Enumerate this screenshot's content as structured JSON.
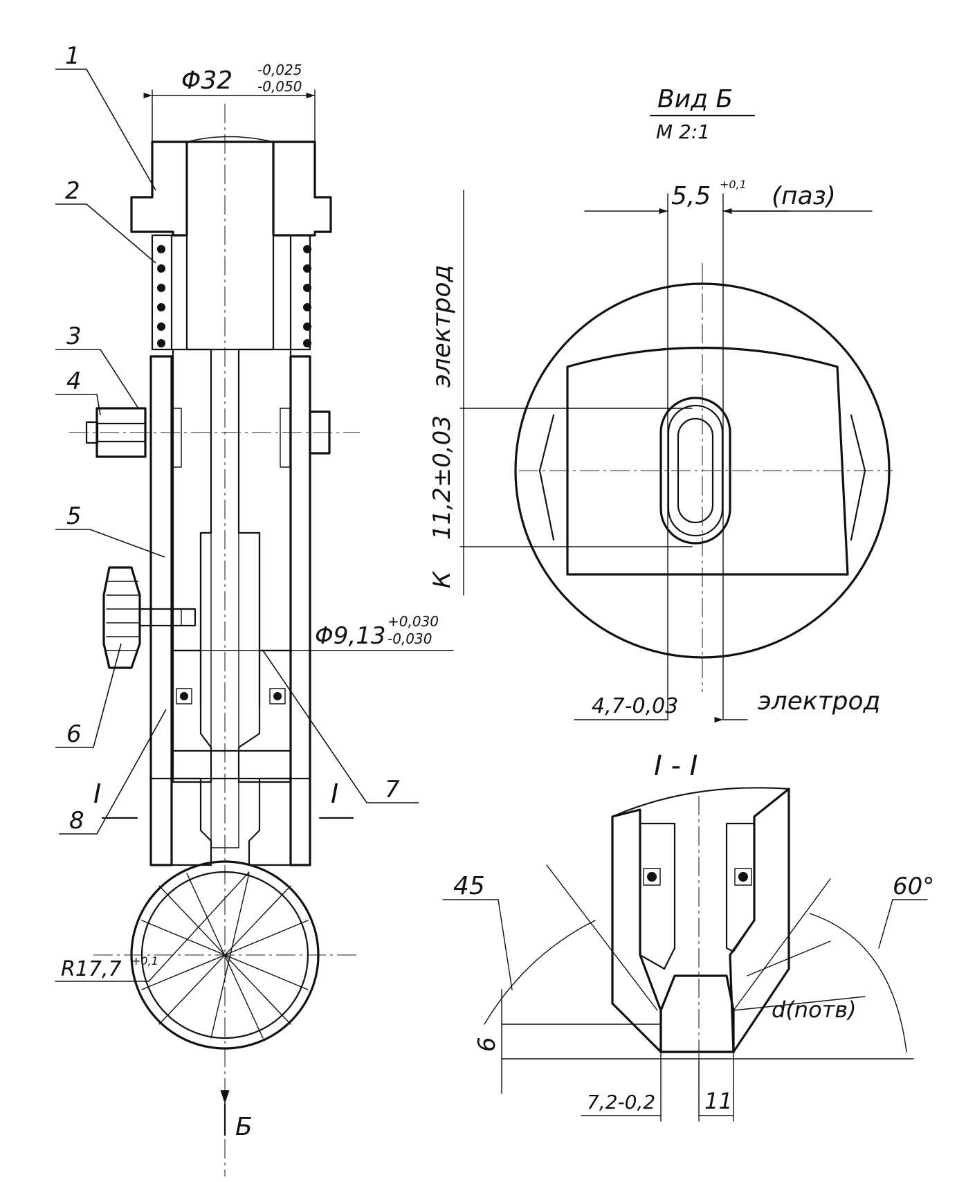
{
  "callouts": [
    "1",
    "2",
    "3",
    "4",
    "5",
    "6",
    "7",
    "8"
  ],
  "dimensions": {
    "outer_diameter": "Φ32",
    "outer_diameter_tol_upper": "-0,025",
    "outer_diameter_tol_lower": "-0,050",
    "bore_diameter": "Φ9,13",
    "bore_diameter_tol_upper": "+0,030",
    "bore_diameter_tol_lower": "-0,030",
    "radius": "R17,7",
    "radius_tol": "+0,1"
  },
  "section_marks": {
    "left": "I",
    "right": "I",
    "view_arrow": "Б"
  },
  "view_b": {
    "title": "Вид Б",
    "scale": "М 2:1",
    "slot_width": "5,5",
    "slot_width_tol": "+0,1",
    "slot_note": "(паз)",
    "electrode_top": "электрод",
    "electrode_bottom": "электрод",
    "height_dim": "11,2±0,03",
    "k_label": "К",
    "width_dim": "4,7-0,03"
  },
  "section_view": {
    "title": "I - I",
    "angle_left": "45",
    "angle_right": "60°",
    "hole_note": "d(nотв)",
    "depth_dim": "6",
    "width_dim": "7,2-0,2",
    "gap_dim": "11"
  }
}
